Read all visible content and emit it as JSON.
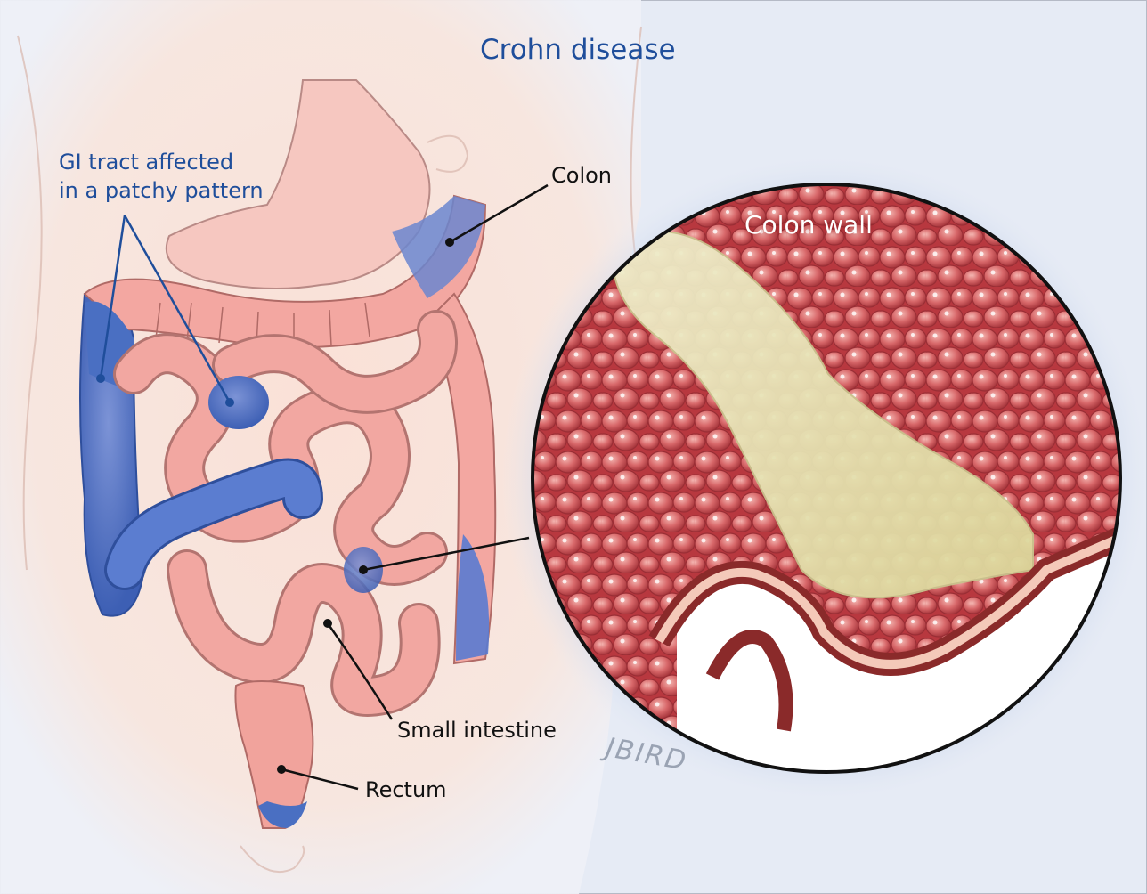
{
  "title": "Crohn disease",
  "labels": {
    "gi_line1": "GI tract affected",
    "gi_line2": "in a patchy pattern",
    "colon": "Colon",
    "colon_wall": "Colon wall",
    "small_intestine": "Small intestine",
    "rectum": "Rectum"
  },
  "signature": "JBIRD",
  "colors": {
    "background": "#e6ebf5",
    "title_blue": "#1f4e9b",
    "inflamed_blue": "#4a6fc2",
    "intestine_pink": "#f0a6a0",
    "skin": "#f9e3da",
    "tissue_red": "#c8454a",
    "ulcer_yellow": "#e7e3b0"
  }
}
